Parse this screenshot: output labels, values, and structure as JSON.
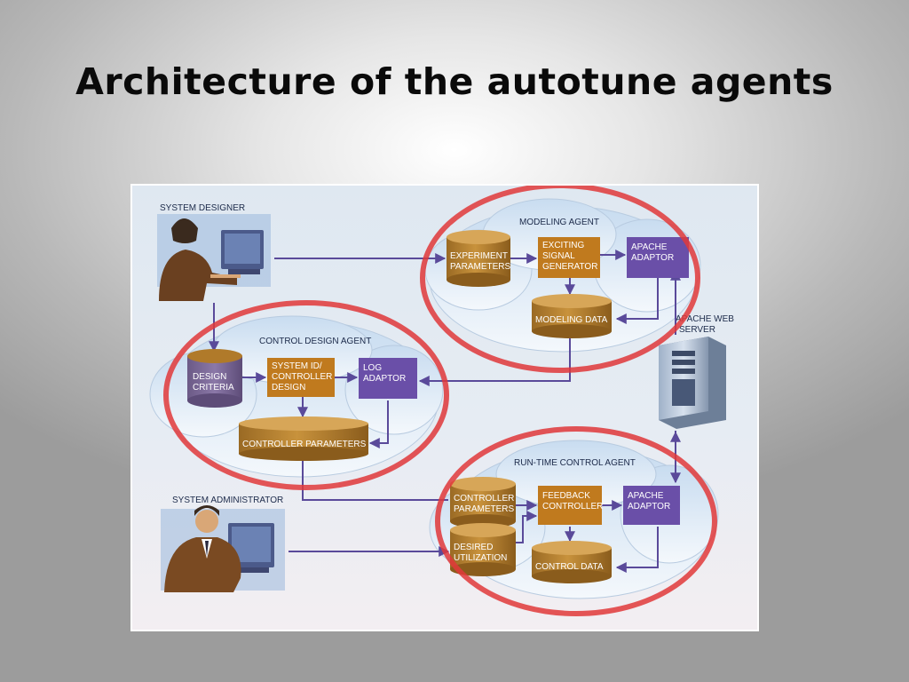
{
  "slide": {
    "title": "Architecture of the autotune agents"
  },
  "diagram": {
    "actors": {
      "system_designer": "SYSTEM DESIGNER",
      "system_administrator": "SYSTEM ADMINISTRATOR",
      "web_server_line1": "APACHE WEB",
      "web_server_line2": "SERVER"
    },
    "modeling_agent": {
      "title": "MODELING AGENT",
      "experiment_parameters": [
        "EXPERIMENT",
        "PARAMETERS"
      ],
      "exciting_signal_generator": [
        "EXCITING",
        "SIGNAL",
        "GENERATOR"
      ],
      "apache_adaptor": [
        "APACHE",
        "ADAPTOR"
      ],
      "modeling_data": "MODELING DATA"
    },
    "control_design_agent": {
      "title": "CONTROL DESIGN AGENT",
      "design_criteria": [
        "DESIGN",
        "CRITERIA"
      ],
      "system_id_controller_design": [
        "SYSTEM ID/",
        "CONTROLLER",
        "DESIGN"
      ],
      "log_adaptor": [
        "LOG",
        "ADAPTOR"
      ],
      "controller_parameters": "CONTROLLER PARAMETERS"
    },
    "run_time_control_agent": {
      "title": "RUN-TIME CONTROL AGENT",
      "controller_parameters": [
        "CONTROLLER",
        "PARAMETERS"
      ],
      "desired_utilization": [
        "DESIRED",
        "UTILIZATION"
      ],
      "feedback_controller": [
        "FEEDBACK",
        "CONTROLLER"
      ],
      "apache_adaptor": [
        "APACHE",
        "ADAPTOR"
      ],
      "control_data": "CONTROL DATA"
    },
    "colors": {
      "highlight_ring": "#e0383a",
      "cylinder": "#b07a2a",
      "process_box": "#c07a1e",
      "adaptor_box": "#6a4fa8",
      "arrow": "#5a4a9a",
      "panel_background": "#e8ecf2"
    }
  }
}
